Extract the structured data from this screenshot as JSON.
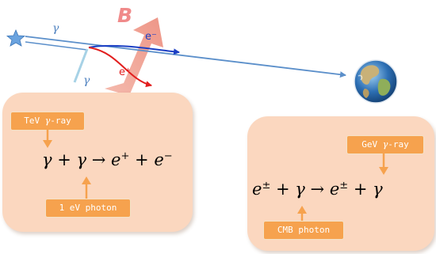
{
  "diagram": {
    "field_label": "B",
    "gamma_incoming": "γ",
    "gamma_secondary": "γ",
    "electron": "e⁻",
    "positron": "e⁺"
  },
  "panel_left": {
    "tag_top": "TeV γ -ray",
    "tag_top_prefix": "TeV",
    "tag_top_gamma": "γ",
    "tag_top_suffix": "-ray",
    "tag_bottom": "1 eV photon",
    "equation": "γ + γ → e⁺ + e⁻"
  },
  "panel_right": {
    "tag_top": "GeV γ -ray",
    "tag_top_prefix": "GeV",
    "tag_top_gamma": "γ",
    "tag_top_suffix": "-ray",
    "tag_bottom": "CMB photon",
    "equation": "e± + γ → e± + γ"
  },
  "colors": {
    "panel": "#fbd7bf",
    "tag": "#f6a24e",
    "beam": "#5b8fca",
    "field_arrow": "#f2a091",
    "electron": "#1c3fc4",
    "positron": "#e21f1f"
  },
  "icons": [
    "star-icon",
    "earth-icon"
  ]
}
